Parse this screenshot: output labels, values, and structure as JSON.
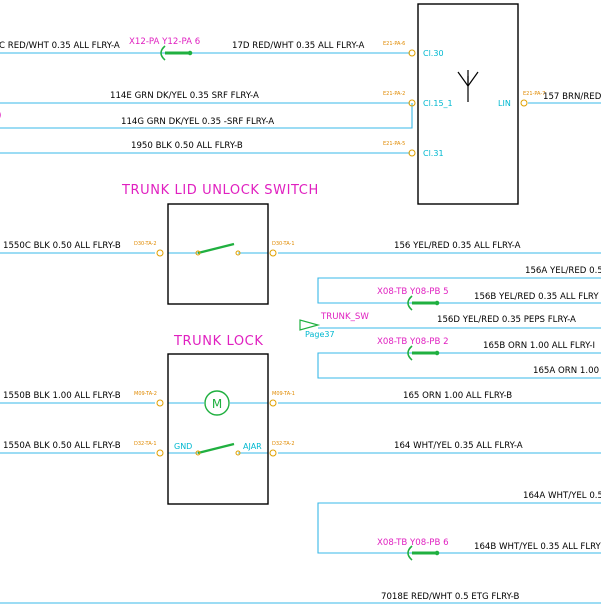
{
  "components": {
    "antenna": {
      "pins": {
        "cl30": "Cl.30",
        "cl15": "Cl.15_1",
        "cl31": "Cl.31",
        "lin": "LIN"
      }
    },
    "trunk_lid_unlock_switch": {
      "title": "TRUNK LID UNLOCK SWITCH"
    },
    "trunk_lock": {
      "title": "TRUNK LOCK",
      "motor": "M",
      "pin_gnd": "GND",
      "pin_ajar": "AJAR"
    }
  },
  "terminals": {
    "e21_pa6": "E21-PA-6",
    "e21_pa2": "E21-PA-2",
    "e21_pa5": "E21-PA-5",
    "e21_pa7": "E21-PA-7",
    "d30_ta2": "D30-TA-2",
    "d30_ta1": "D30-TA-1",
    "m09_ta2": "M09-TA-2",
    "m09_ta1": "M09-TA-1",
    "d32_ta1": "D32-TA-1",
    "d32_ta2": "D32-TA-2"
  },
  "connectors": {
    "x12": "X12-PA Y12-PA 6",
    "x08_5": "X08-TB Y08-PB 5",
    "x08_2": "X08-TB Y08-PB 2",
    "x08_6": "X08-TB Y08-PB 6"
  },
  "offpage": {
    "signal": "TRUNK_SW",
    "page": "Page37"
  },
  "wires": {
    "w_top_left": "C RED/WHT 0.35 ALL FLRY-A",
    "w_17d": "17D RED/WHT 0.35 ALL FLRY-A",
    "w_114e": "114E GRN DK/YEL 0.35 SRF FLRY-A",
    "w_114g": "114G GRN DK/YEL 0.35 -SRF FLRY-A",
    "w_1950": "1950 BLK 0.50 ALL FLRY-B",
    "w_157": "157 BRN/RED",
    "w_1550c": "1550C BLK 0.50 ALL FLRY-B",
    "w_156": "156 YEL/RED 0.35 ALL FLRY-A",
    "w_156a": "156A YEL/RED 0.5",
    "w_156b": "156B YEL/RED 0.35 ALL FLRY",
    "w_156d": "156D YEL/RED 0.35 PEPS FLRY-A",
    "w_165b": "165B ORN 1.00 ALL FLRY-I",
    "w_165a": "165A ORN 1.00",
    "w_1550b": "1550B BLK 1.00 ALL FLRY-B",
    "w_165": "165 ORN 1.00 ALL FLRY-B",
    "w_1550a": "1550A BLK 0.50 ALL FLRY-B",
    "w_164": "164 WHT/YEL 0.35 ALL FLRY-A",
    "w_164a": "164A WHT/YEL 0.5",
    "w_164b": "164B WHT/YEL 0.35 ALL FLRY",
    "w_7018e": "7018E RED/WHT 0.5 ETG FLRY-B"
  },
  "edge_marker": ")"
}
